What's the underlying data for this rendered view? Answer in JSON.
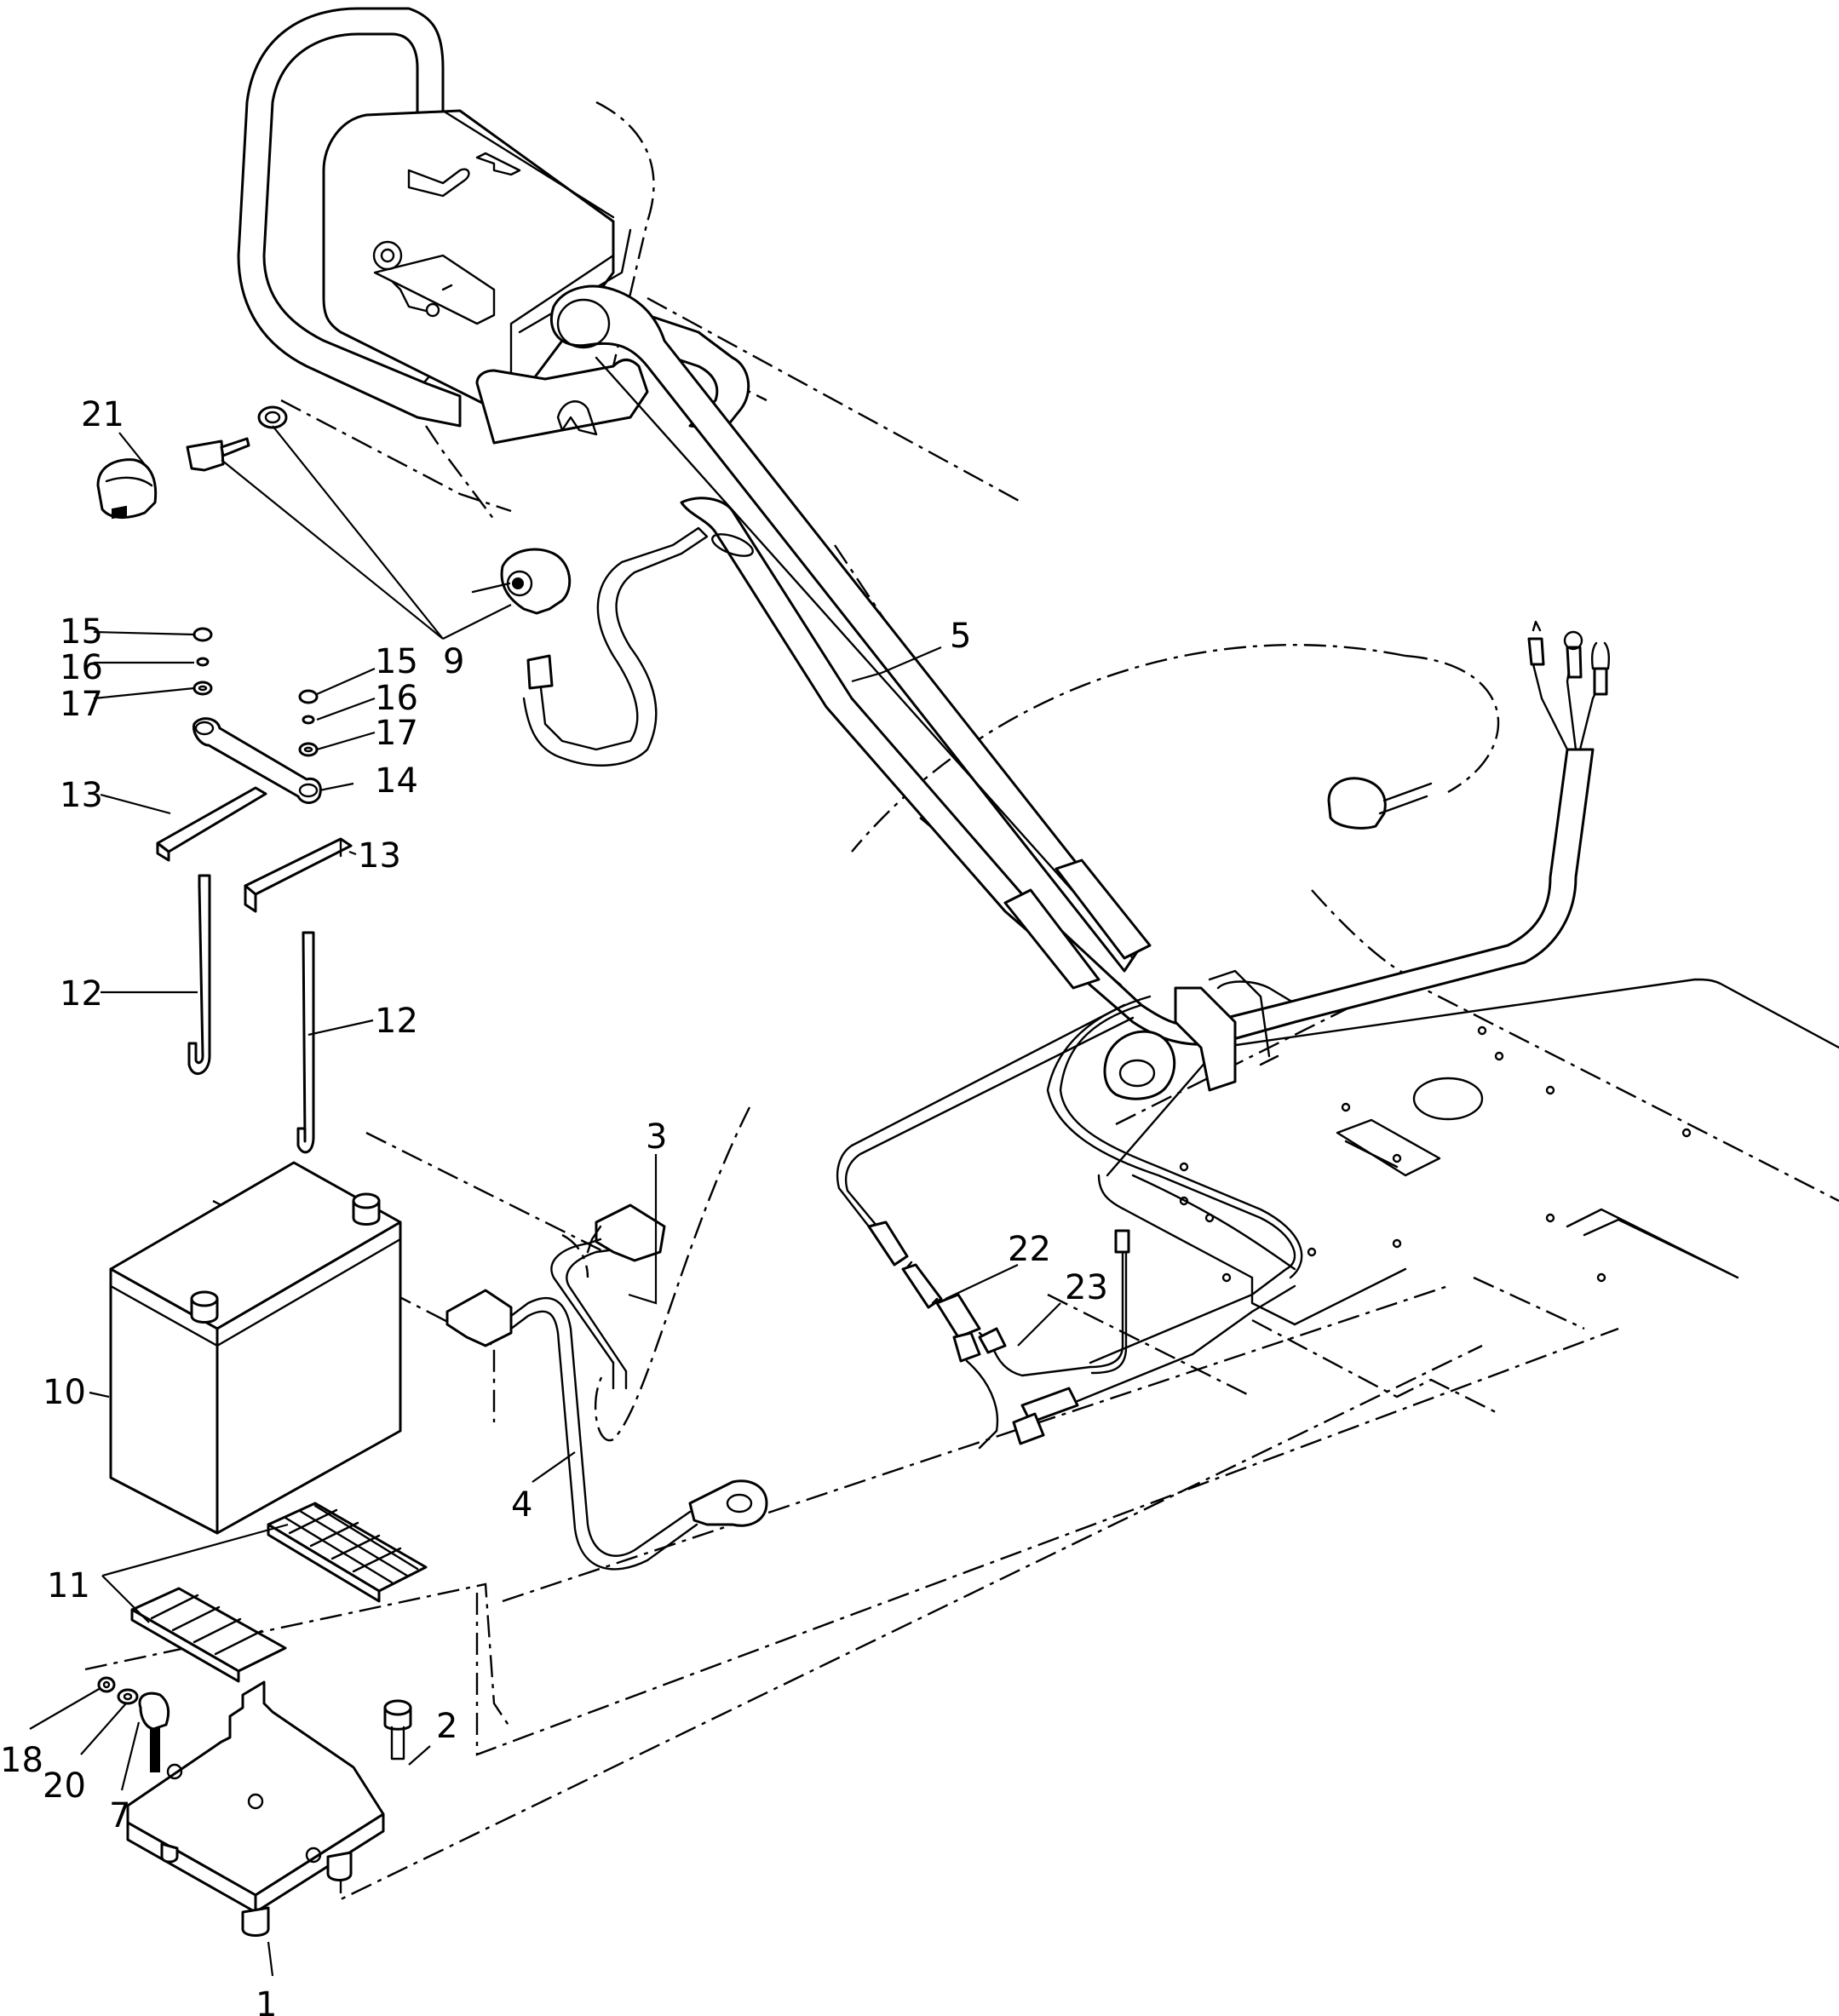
{
  "callouts": [
    {
      "id": "1",
      "label": "1"
    },
    {
      "id": "2",
      "label": "2"
    },
    {
      "id": "3",
      "label": "3"
    },
    {
      "id": "4",
      "label": "4"
    },
    {
      "id": "5",
      "label": "5"
    },
    {
      "id": "7",
      "label": "7"
    },
    {
      "id": "9",
      "label": "9"
    },
    {
      "id": "10",
      "label": "10"
    },
    {
      "id": "11",
      "label": "11"
    },
    {
      "id": "12a",
      "label": "12"
    },
    {
      "id": "12b",
      "label": "12"
    },
    {
      "id": "13a",
      "label": "13"
    },
    {
      "id": "13b",
      "label": "13"
    },
    {
      "id": "14",
      "label": "14"
    },
    {
      "id": "15a",
      "label": "15"
    },
    {
      "id": "15b",
      "label": "15"
    },
    {
      "id": "16a",
      "label": "16"
    },
    {
      "id": "16b",
      "label": "16"
    },
    {
      "id": "17a",
      "label": "17"
    },
    {
      "id": "17b",
      "label": "17"
    },
    {
      "id": "18",
      "label": "18"
    },
    {
      "id": "20",
      "label": "20"
    },
    {
      "id": "21",
      "label": "21"
    },
    {
      "id": "22",
      "label": "22"
    },
    {
      "id": "23",
      "label": "23"
    }
  ]
}
